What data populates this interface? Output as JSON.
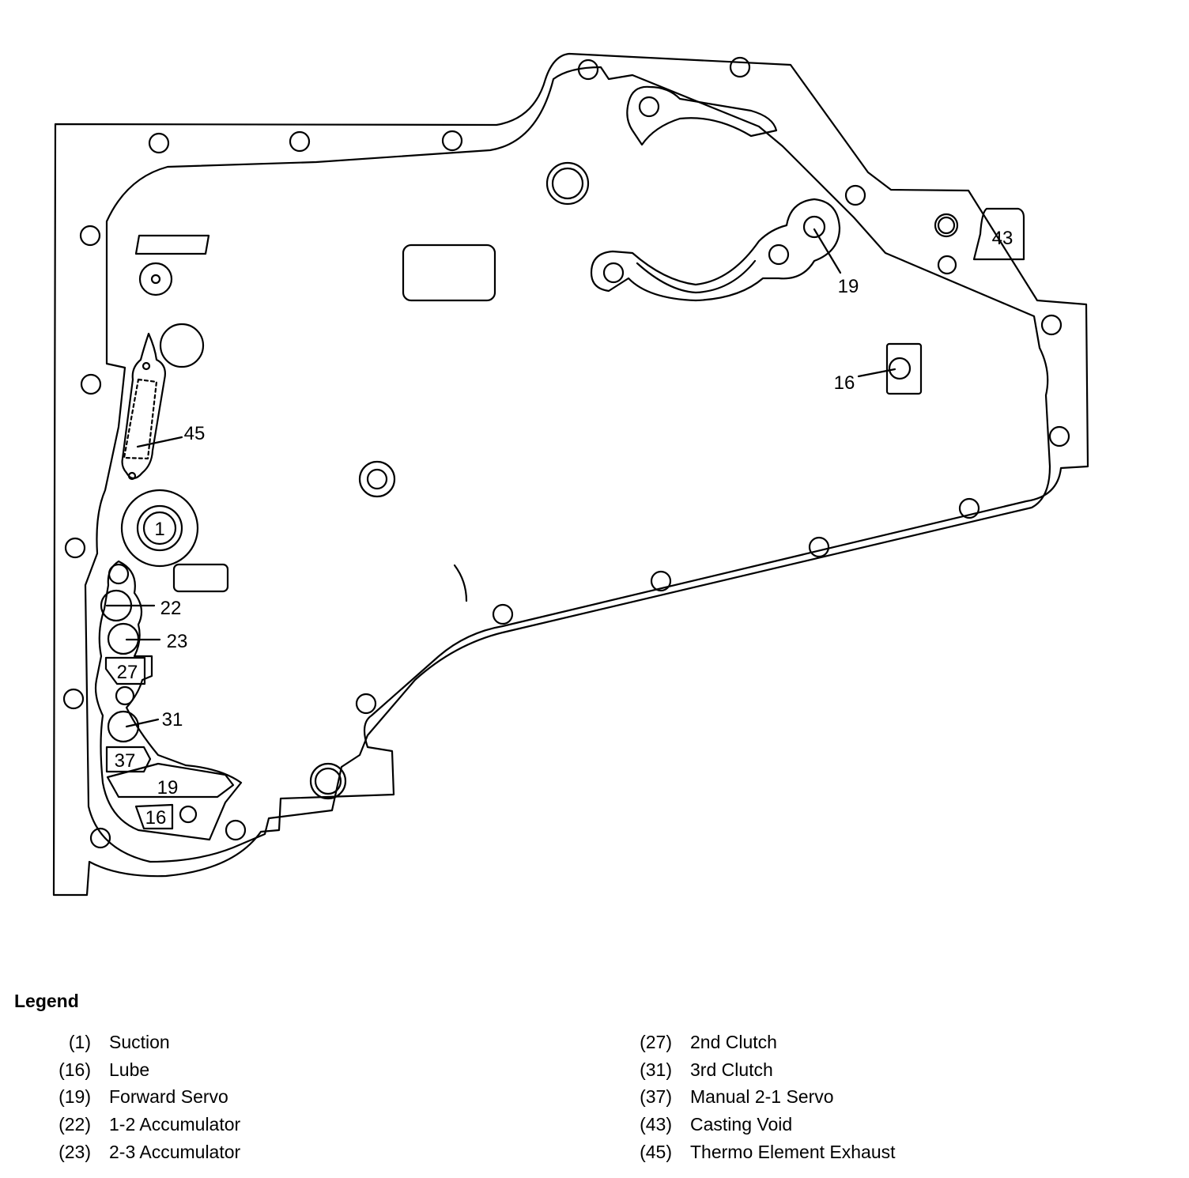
{
  "diagram": {
    "callouts": {
      "c1": "1",
      "c19_top": "19",
      "c16_right": "16",
      "c43": "43",
      "c45": "45",
      "c22": "22",
      "c23": "23",
      "c27": "27",
      "c31": "31",
      "c37": "37",
      "c19_bottom": "19",
      "c16_bottom": "16"
    }
  },
  "legend": {
    "title": "Legend",
    "left": [
      {
        "num": "(1)",
        "label": "Suction"
      },
      {
        "num": "(16)",
        "label": "Lube"
      },
      {
        "num": "(19)",
        "label": "Forward Servo"
      },
      {
        "num": "(22)",
        "label": "1-2 Accumulator"
      },
      {
        "num": "(23)",
        "label": "2-3 Accumulator"
      }
    ],
    "right": [
      {
        "num": "(27)",
        "label": "2nd Clutch"
      },
      {
        "num": "(31)",
        "label": "3rd Clutch"
      },
      {
        "num": "(37)",
        "label": "Manual 2-1 Servo"
      },
      {
        "num": "(43)",
        "label": "Casting Void"
      },
      {
        "num": "(45)",
        "label": "Thermo Element Exhaust"
      }
    ]
  }
}
